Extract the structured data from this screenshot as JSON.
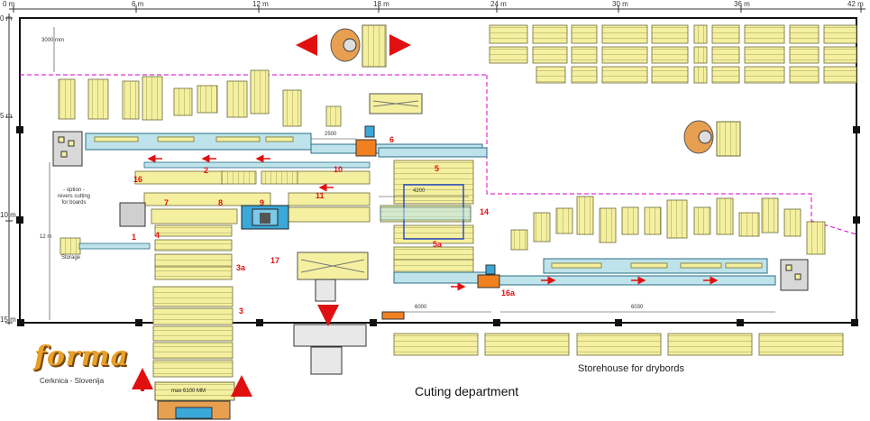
{
  "ruler_top": [
    "0 m",
    "6 m",
    "12 m",
    "18 m",
    "24 m",
    "30 m",
    "36 m",
    "42 m"
  ],
  "ruler_left": [
    "0 m",
    "5 m",
    "10 m",
    "15 m"
  ],
  "dimensions": {
    "d3000": "3000 mm",
    "d12m": "12 m",
    "d2500": "2500",
    "d600": "6000",
    "d4200": "4200",
    "d6030": "6030",
    "d6000": "6000"
  },
  "labels": {
    "option_text": "- option -\nrevers cutting\nfor boards",
    "storage": "Storage",
    "max_length": "max 6100 MM",
    "storehouse": "Storehouse for drybords",
    "title": "Cuting department",
    "company_name": "forma",
    "company_sub": "Cerknica - Slovenija"
  },
  "station_numbers": [
    "1",
    "2",
    "3",
    "3a",
    "4",
    "5",
    "5a",
    "6",
    "7",
    "8",
    "9",
    "10",
    "11",
    "14",
    "16",
    "16a",
    "17"
  ],
  "colors": {
    "lumber": "#f5f0a0",
    "lumber_stroke": "#6b6b3a",
    "conveyor": "#bfe3ea",
    "conveyor_stroke": "#2a6d86",
    "wall": "#111111",
    "magenta": "#d800c8",
    "red": "#e01010",
    "orange": "#f08020",
    "blue_frame": "#3050c0"
  }
}
